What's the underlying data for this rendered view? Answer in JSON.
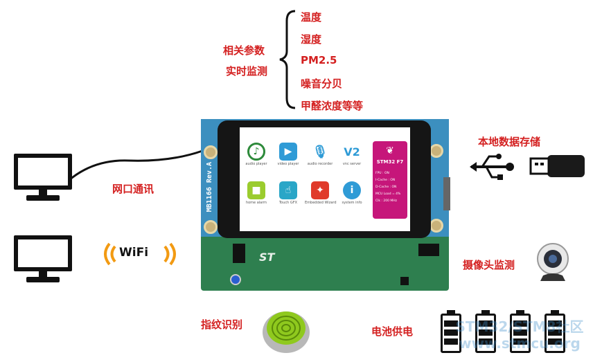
{
  "monitoring": {
    "label_line1": "相关参数",
    "label_line2": "实时监测",
    "items": [
      "温度",
      "湿度",
      "PM2.5",
      "噪音分贝",
      "甲醛浓度等等"
    ]
  },
  "labels": {
    "network": "网口通讯",
    "wifi": "WiFi",
    "local_storage": "本地数据存储",
    "camera": "摄像头监测",
    "fingerprint": "指纹识别",
    "battery": "电池供电"
  },
  "board": {
    "silkscreen": "MB1166 Rev.A",
    "apps": [
      {
        "label": "audio player",
        "icon": "headphones-icon",
        "color": "#2d8a3a"
      },
      {
        "label": "video player",
        "icon": "video-icon",
        "color": "#2f9bd6"
      },
      {
        "label": "audio recorder",
        "icon": "microphone-icon",
        "color": "#2f9bd6"
      },
      {
        "label": "vnc server",
        "icon": "vnc-icon",
        "color": "#2f9bd6"
      },
      {
        "label": "home alarm",
        "icon": "camera-icon",
        "color": "#9bcc2e"
      },
      {
        "label": "Touch GFX",
        "icon": "touch-icon",
        "color": "#2aa6c7"
      },
      {
        "label": "Embedded Wizard",
        "icon": "wizard-icon",
        "color": "#e03a2a"
      },
      {
        "label": "system info",
        "icon": "info-icon",
        "color": "#2f9bd6"
      }
    ],
    "st_panel": {
      "title": "STM32 F7",
      "lines": [
        "FPU : ON",
        "I-Cache : ON",
        "D-Cache : ON",
        "MCU Load = 4%",
        "Clk : 200 MHz"
      ]
    }
  },
  "watermark": "STM32/STM8社区\nwww.stmcu.org",
  "colors": {
    "accent_red": "#d42020",
    "board_blue": "#3c8fbf",
    "board_green": "#2e7f4f",
    "st_magenta": "#c6167a"
  }
}
